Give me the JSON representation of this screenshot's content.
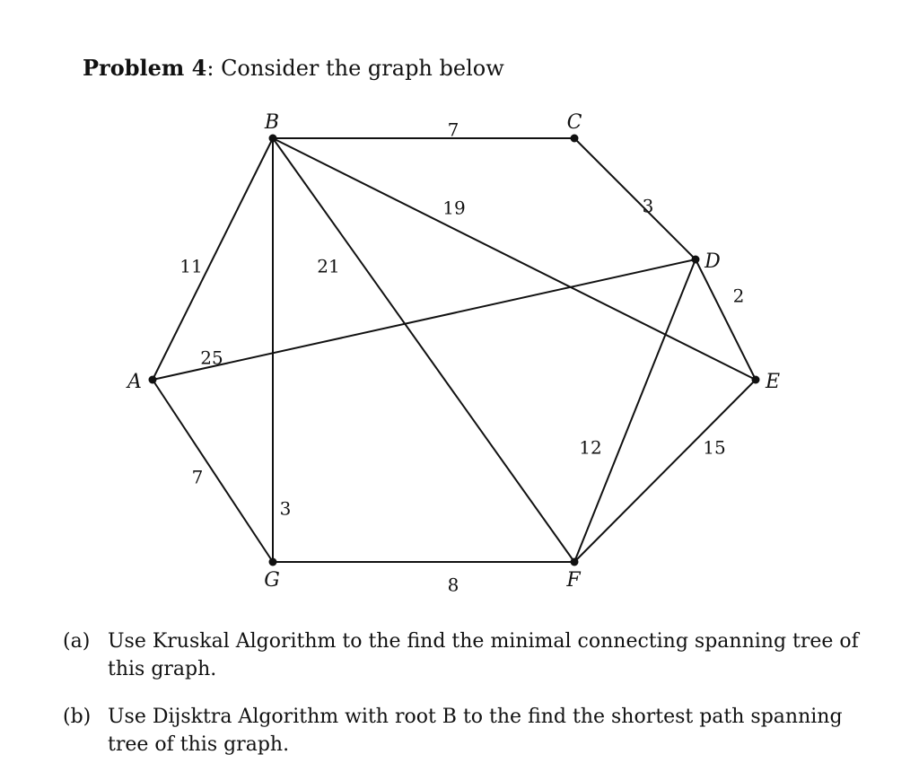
{
  "problem": {
    "label": "Problem 4",
    "separator": ":",
    "text": "Consider the graph below"
  },
  "graph": {
    "vertices": [
      {
        "id": "A",
        "label": "A"
      },
      {
        "id": "B",
        "label": "B"
      },
      {
        "id": "C",
        "label": "C"
      },
      {
        "id": "D",
        "label": "D"
      },
      {
        "id": "E",
        "label": "E"
      },
      {
        "id": "F",
        "label": "F"
      },
      {
        "id": "G",
        "label": "G"
      }
    ],
    "edges": [
      {
        "from": "B",
        "to": "C",
        "weight": "7"
      },
      {
        "from": "C",
        "to": "D",
        "weight": "3"
      },
      {
        "from": "B",
        "to": "E",
        "weight": "19"
      },
      {
        "from": "B",
        "to": "A",
        "weight": "11"
      },
      {
        "from": "B",
        "to": "F",
        "weight": "21"
      },
      {
        "from": "D",
        "to": "E",
        "weight": "2"
      },
      {
        "from": "A",
        "to": "D",
        "weight": "25"
      },
      {
        "from": "D",
        "to": "F",
        "weight": "12"
      },
      {
        "from": "E",
        "to": "F",
        "weight": "15"
      },
      {
        "from": "A",
        "to": "G",
        "weight": "7"
      },
      {
        "from": "B",
        "to": "G",
        "weight": "3"
      },
      {
        "from": "G",
        "to": "F",
        "weight": "8"
      }
    ]
  },
  "parts": [
    {
      "tag": "(a)",
      "text": "Use Kruskal Algorithm to the find the minimal connecting spanning tree of this graph."
    },
    {
      "tag": "(b)",
      "text": "Use Dijsktra Algorithm with root B to the find the shortest path spanning tree of this graph."
    }
  ]
}
